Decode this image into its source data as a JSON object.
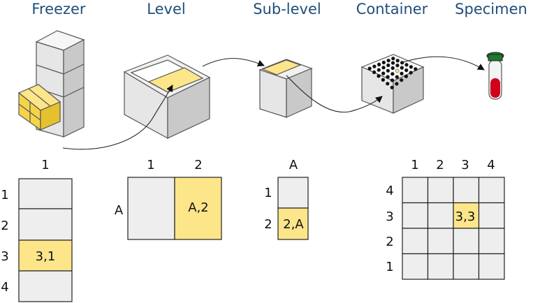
{
  "header": {
    "freezer": "Freezer",
    "level": "Level",
    "sublevel": "Sub-level",
    "container": "Container",
    "specimen": "Specimen"
  },
  "freezer_grid": {
    "column_labels": [
      "1"
    ],
    "row_labels": [
      "1",
      "2",
      "3",
      "4"
    ],
    "highlight_label": "3,1"
  },
  "level_grid": {
    "column_labels": [
      "1",
      "2"
    ],
    "row_labels": [
      "A"
    ],
    "highlight_label": "A,2"
  },
  "sublevel_grid": {
    "column_labels": [
      "A"
    ],
    "row_labels": [
      "1",
      "2"
    ],
    "highlight_label": "2,A"
  },
  "container_grid": {
    "column_labels": [
      "1",
      "2",
      "3",
      "4"
    ],
    "row_labels": [
      "4",
      "3",
      "2",
      "1"
    ],
    "highlight_label": "3,3"
  },
  "colors": {
    "header_text": "#1f4e79",
    "highlight_fill": "#fde58a",
    "cell_fill": "#eeeeee",
    "grid_stroke": "#222222",
    "cap_green": "#1d7a2e",
    "specimen_red": "#d0021b"
  }
}
